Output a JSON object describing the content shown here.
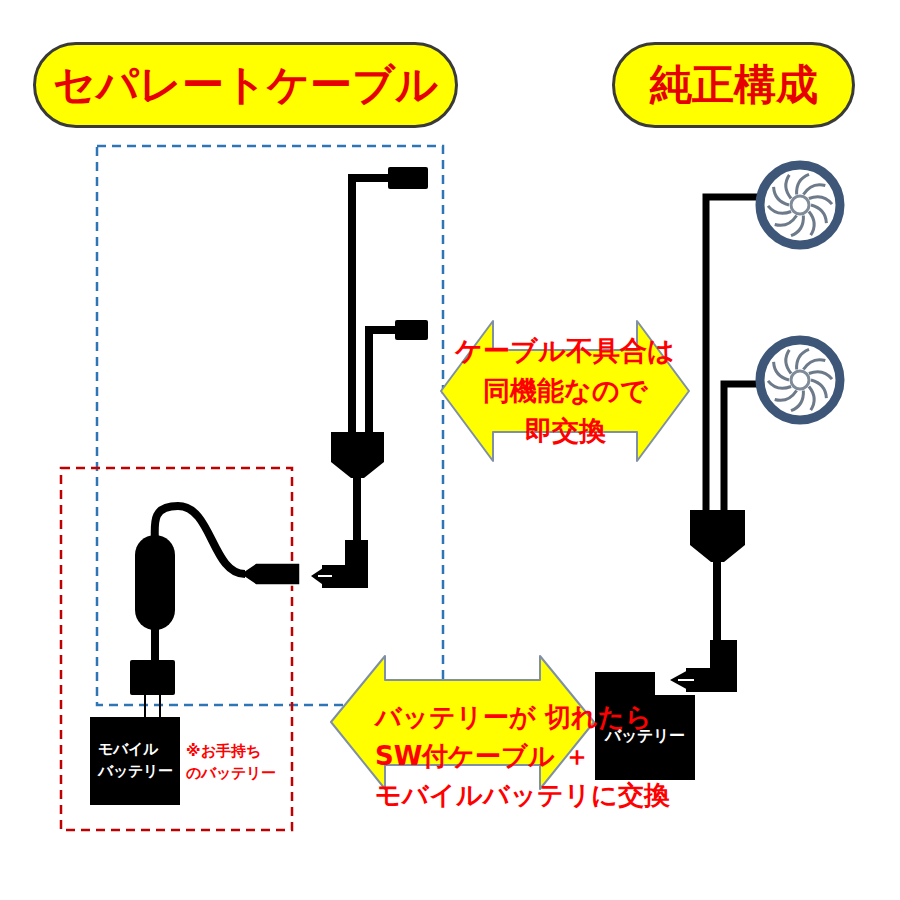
{
  "diagram": {
    "nodes": [
      {
        "text": [
          "セパレートケーブル"
        ]
      },
      {
        "text": [
          "純正構成"
        ]
      },
      {
        "text": [
          "ケーブル不具合は 同機能なので 即交換"
        ]
      },
      {
        "text": [
          "モバイル バッテリー"
        ]
      },
      {
        "text": [
          "バッテリーが 切れたら SW付ケーブル ＋モバイルバッテリに交換"
        ]
      },
      {
        "text": [
          "バッテリー"
        ]
      }
    ],
    "labels": [
      "※お手持ち のバッテリー"
    ]
  }
}
